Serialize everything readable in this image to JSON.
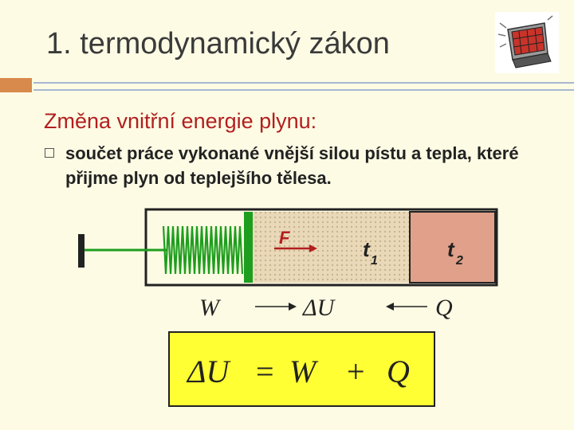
{
  "slide": {
    "title": "1. termodynamický zákon",
    "subtitle": "Změna vnitřní energie plynu:",
    "bullet_text": "součet práce vykonané vnější silou pístu a tepla, které přijme plyn od teplejšího tělesa."
  },
  "diagram": {
    "force_label": "F",
    "t1_main": "t",
    "t1_sub": "1",
    "t2_main": "t",
    "t2_sub": "2",
    "energy_line": {
      "w": "W",
      "du": "ΔU",
      "q": "Q"
    }
  },
  "formula": {
    "du": "ΔU",
    "eq": "=",
    "w": "W",
    "plus": "+",
    "q": "Q"
  },
  "colors": {
    "title": "#3a3a3a",
    "subtitle": "#b21f1f",
    "spring": "#1e9e1e",
    "hot_body": "#e0a08a",
    "formula_bg": "#ffff33"
  }
}
